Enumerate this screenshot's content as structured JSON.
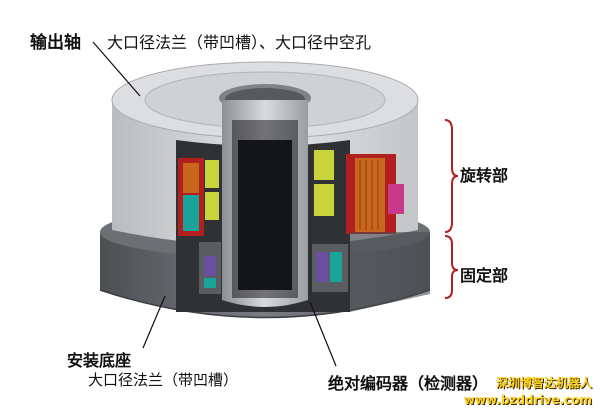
{
  "labels": {
    "output_shaft": "输出轴",
    "output_shaft_desc": "大口径法兰（带凹槽）、大口径中空孔",
    "rotating_part": "旋转部",
    "fixed_part": "固定部",
    "mounting_base": "安装底座",
    "mounting_base_desc": "大口径法兰（带凹槽）",
    "absolute_encoder": "绝对编码器（检测器）"
  },
  "watermark": {
    "name": "深圳博智达机器人",
    "url": "www.bzddrive.com"
  },
  "colors": {
    "housing_light": "#c9cbce",
    "housing_dark": "#5f6266",
    "bracket": "#b11f1f",
    "coil_orange": "#c9661e",
    "magnet_teal": "#1aa39a",
    "magnet_pink": "#c93a8b",
    "encoder_purple": "#6a4fa3",
    "lime": "#c7d43a",
    "watermark": "#ffd21f"
  }
}
